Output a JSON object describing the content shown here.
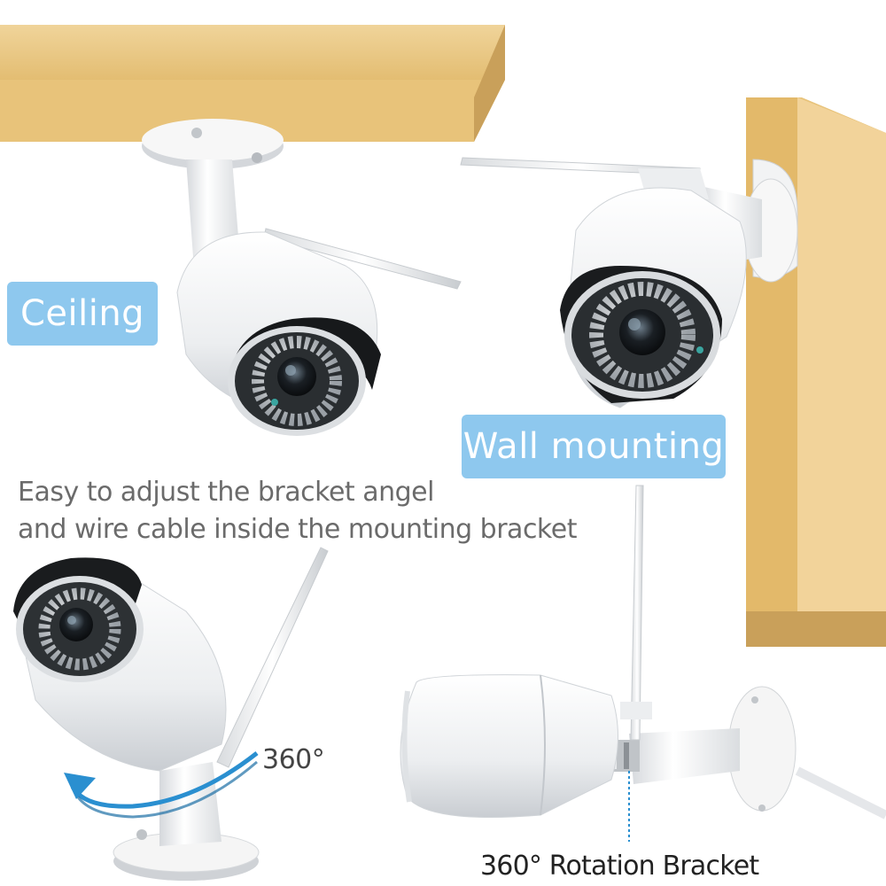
{
  "labels": {
    "ceiling": "Ceiling",
    "wall": "Wall mounting"
  },
  "captions": {
    "line1": "Easy to adjust the  bracket angel",
    "line2": "and wire cable inside the mounting bracket",
    "rotation_degrees": "360°",
    "rotation_bracket": "360° Rotation Bracket"
  },
  "colors": {
    "wood": "#e8c37a",
    "wood_dark": "#c9a05a",
    "label_bg": "#8ec8ee",
    "arrow": "#2a8fd0"
  }
}
